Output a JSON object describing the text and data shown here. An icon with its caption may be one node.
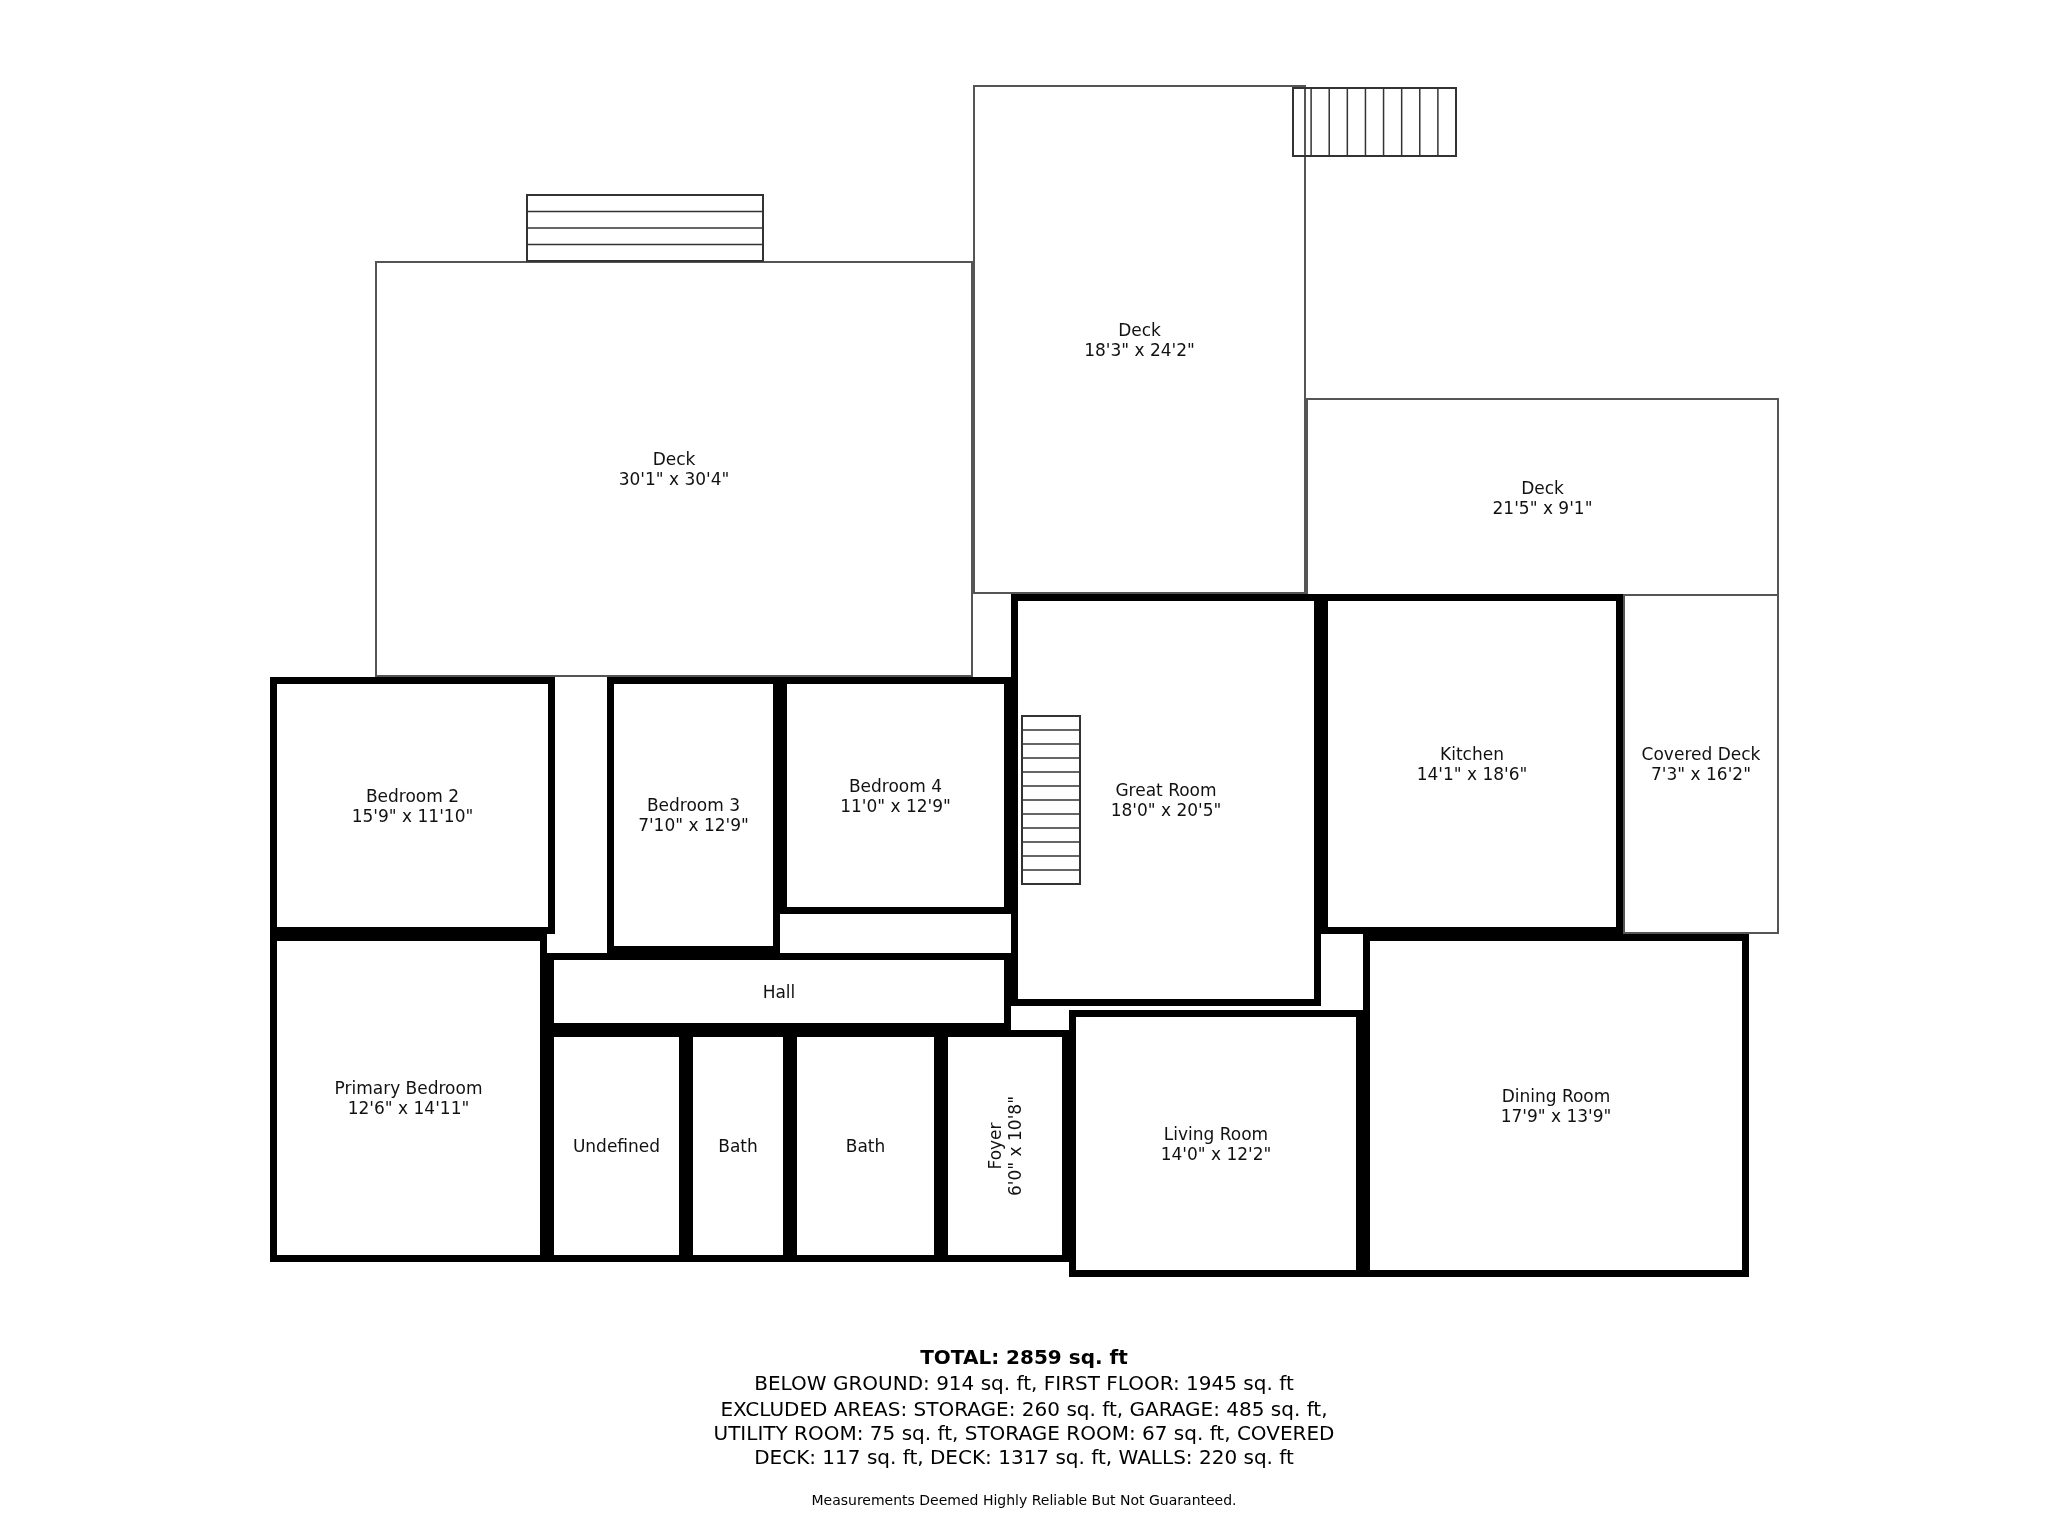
{
  "diagram": {
    "nodes": [
      {
        "text": [
          "Deck",
          "18'3\" x 24'2\""
        ]
      },
      {
        "text": [
          "Deck",
          "30'1\" x 30'4\""
        ]
      },
      {
        "text": [
          "Deck",
          "21'5\" x 9'1\""
        ]
      },
      {
        "text": [
          "Bedroom 2",
          "15'9\" x 11'10\""
        ]
      },
      {
        "text": [
          "Bedroom 3",
          "7'10\" x 12'9\""
        ]
      },
      {
        "text": [
          "Bedroom 4",
          "11'0\" x 12'9\""
        ]
      },
      {
        "text": [
          "Great Room",
          "18'0\" x 20'5\""
        ]
      },
      {
        "text": [
          "Kitchen",
          "14'1\" x 18'6\""
        ]
      },
      {
        "text": [
          "Covered Deck",
          "7'3\" x 16'2\""
        ]
      },
      {
        "text": [
          "Hall"
        ]
      },
      {
        "text": [
          "Primary Bedroom",
          "12'6\" x 14'11\""
        ]
      },
      {
        "text": [
          "Undefined"
        ]
      },
      {
        "text": [
          "Bath"
        ]
      },
      {
        "text": [
          "Bath"
        ]
      },
      {
        "text": [
          "Foyer",
          "6'0\" x 10'8\""
        ]
      },
      {
        "text": [
          "Living Room",
          "14'0\" x 12'2\""
        ]
      },
      {
        "text": [
          "Dining Room",
          "17'9\" x 13'9\""
        ]
      }
    ],
    "edges": [],
    "labels": [
      "TOTAL: 2859 sq. ft",
      "BELOW GROUND: 914 sq. ft, FIRST FLOOR: 1945 sq. ft",
      "EXCLUDED AREAS: STORAGE: 260 sq. ft, GARAGE: 485 sq. ft, UTILITY ROOM: 75 sq. ft, STORAGE ROOM: 67 sq. ft, COVERED DECK: 117 sq. ft, DECK: 1317 sq. ft, WALLS: 220 sq. ft",
      "Measurements Deemed Highly Reliable But Not Guaranteed."
    ]
  }
}
